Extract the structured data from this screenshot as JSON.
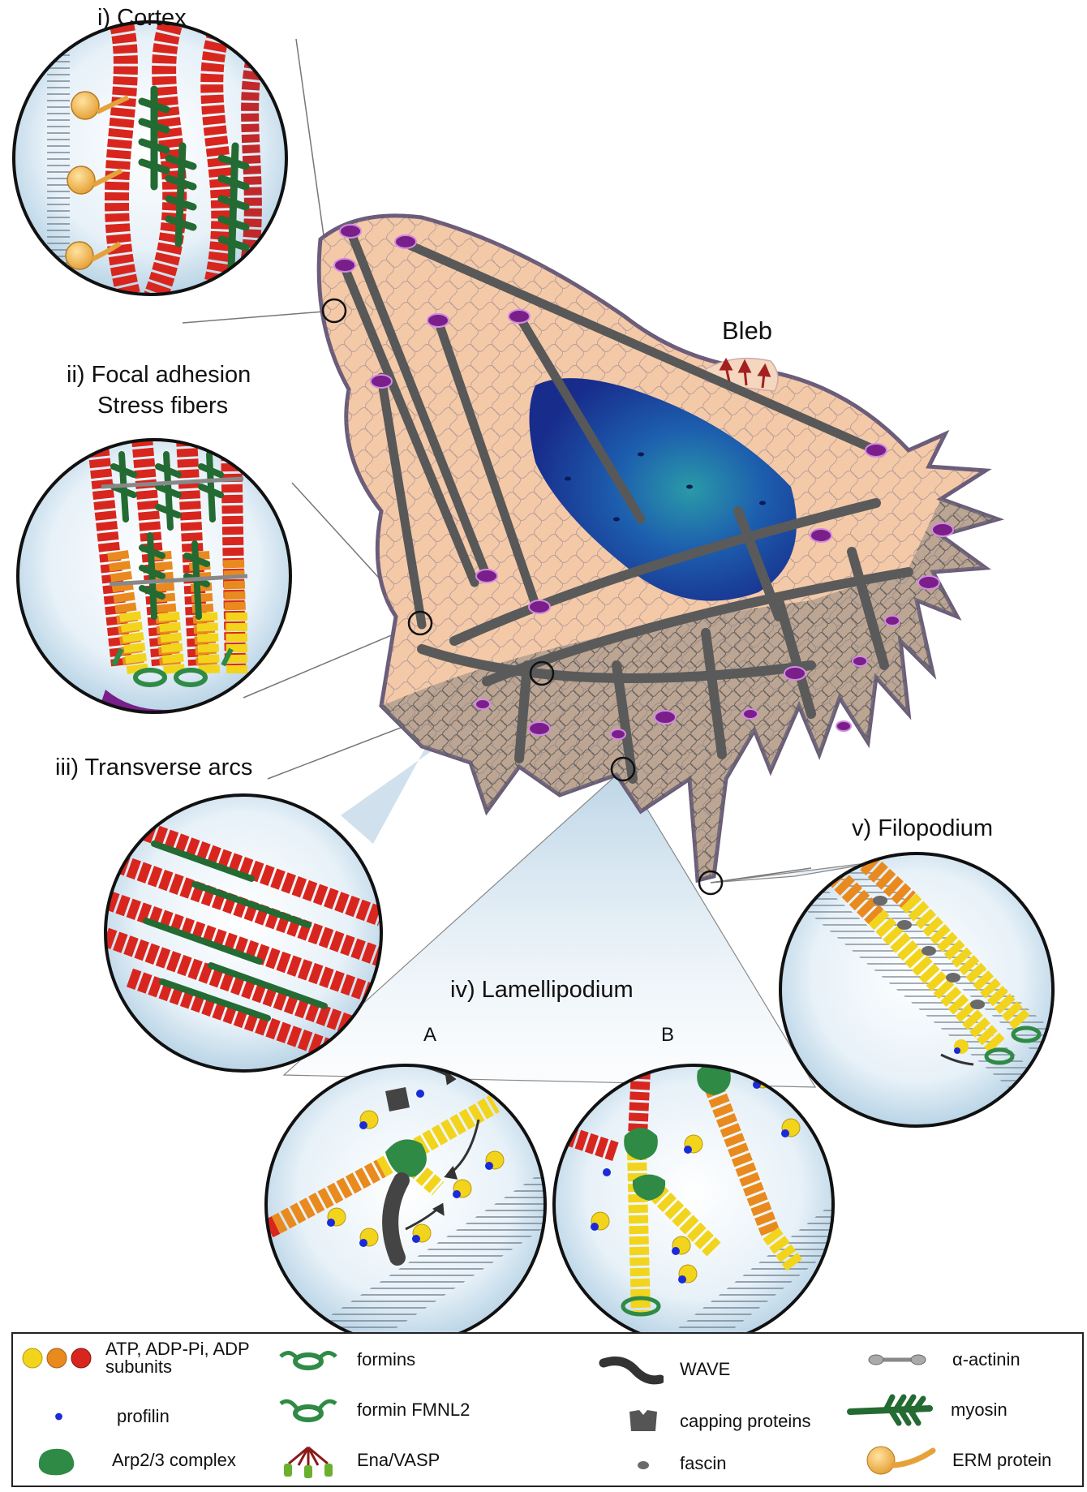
{
  "labels": {
    "cortex": "i) Cortex",
    "focal_line1": "ii) Focal adhesion",
    "focal_line2": "Stress fibers",
    "arcs": "iii) Transverse arcs",
    "lamelli": "iv) Lamellipodium",
    "lamelli_a": "A",
    "lamelli_b": "B",
    "filopodium": "v) Filopodium",
    "bleb": "Bleb"
  },
  "legend": {
    "subunits": "ATP, ADP-Pi, ADP\n subunits",
    "profilin": "profilin",
    "arp23": "Arp2/3 complex",
    "formins": "formins",
    "fmnl2": "formin FMNL2",
    "ena_vasp": "Ena/VASP",
    "wave": "WAVE",
    "capping": "capping proteins",
    "fascin": "fascin",
    "actinin": "α-actinin",
    "myosin": "myosin",
    "erm": "ERM protein"
  },
  "colors": {
    "atp_actin": "#f2d41c",
    "adp_pi_actin": "#e98a1e",
    "adp_actin": "#d8261e",
    "myosin": "#236b32",
    "arp23": "#2f8a45",
    "profilin": "#1a2bd8",
    "cell_cytoplasm": "#f3c9a8",
    "nucleus": "#1b3f9c",
    "stress_fiber": "#585858",
    "focal_adhesion": "#7a1e8a",
    "inset_bg": "#dcebf5",
    "erm": "#f0b040"
  }
}
